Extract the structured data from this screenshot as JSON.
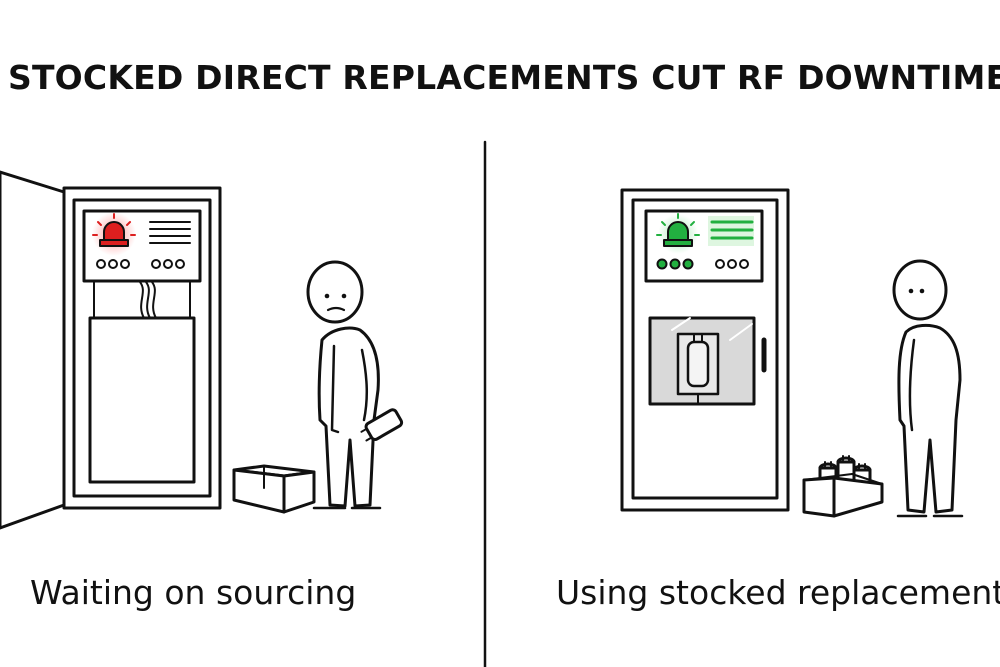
{
  "title": "STOCKED DIRECT REPLACEMENTS CUT RF DOWNTIME",
  "panels": [
    {
      "caption": "Waiting on sourcing",
      "status": "alarm",
      "status_color": "#dd1f1f",
      "indicators_on": 0
    },
    {
      "caption": "Using stocked replacement",
      "status": "ok",
      "status_color": "#22b040",
      "indicators_on": 3
    }
  ],
  "colors": {
    "line": "#111111",
    "alarm": "#dd1f1f",
    "ok": "#22b040",
    "glass": "#d9d9d9"
  },
  "icons": [
    "beacon-icon",
    "capacitor-icon",
    "parts-bin-icon"
  ]
}
